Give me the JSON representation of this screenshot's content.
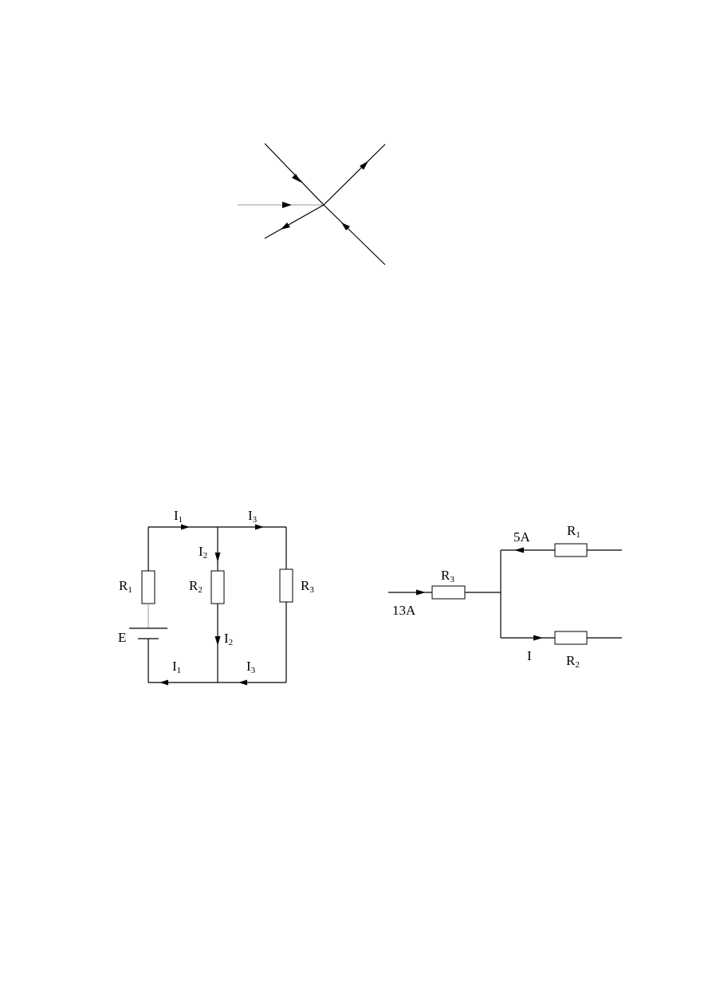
{
  "figures": [
    {
      "id": "junction",
      "branches": [
        "in-top-left",
        "out-top-right",
        "in-left",
        "out-bottom-left",
        "in-bottom-right"
      ]
    },
    {
      "id": "bridge-circuit",
      "labels": {
        "i1_top": {
          "main": "I",
          "sub": "1"
        },
        "i3_top": {
          "main": "I",
          "sub": "3"
        },
        "i2_mid": {
          "main": "I",
          "sub": "2"
        },
        "r1": {
          "main": "R",
          "sub": "1"
        },
        "r2": {
          "main": "R",
          "sub": "2"
        },
        "r3": {
          "main": "R",
          "sub": "3"
        },
        "e": {
          "main": "E",
          "sub": ""
        },
        "i2_low": {
          "main": "I",
          "sub": "2"
        },
        "i1_bottom": {
          "main": "I",
          "sub": "1"
        },
        "i3_bottom": {
          "main": "I",
          "sub": "3"
        }
      }
    },
    {
      "id": "branch-circuit",
      "labels": {
        "r3": {
          "main": "R",
          "sub": "3"
        },
        "current_in": {
          "main": "13A",
          "sub": ""
        },
        "current_5a": {
          "main": "5A",
          "sub": ""
        },
        "r1": {
          "main": "R",
          "sub": "1"
        },
        "current_i": {
          "main": "I",
          "sub": ""
        },
        "r2": {
          "main": "R",
          "sub": "2"
        }
      }
    }
  ]
}
